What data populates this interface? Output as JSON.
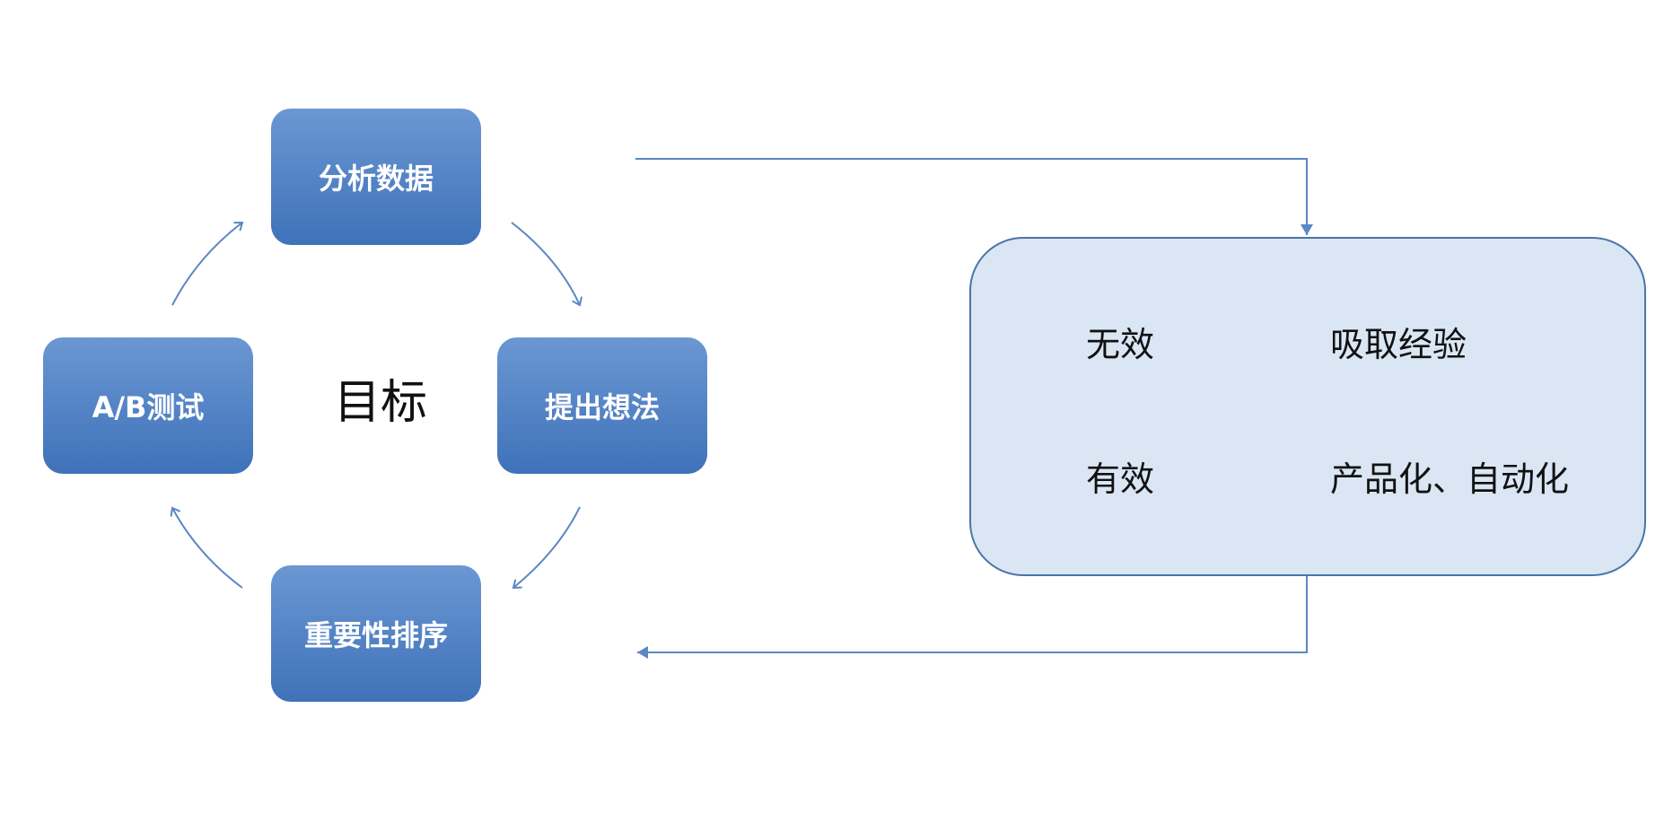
{
  "colors": {
    "node_top": "#6b97d3",
    "node_bottom": "#3f72b9",
    "arrow": "#5b87c3",
    "panel_fill": "#dae6f3",
    "panel_border": "#4a74aa"
  },
  "cycle": {
    "center": "目标",
    "nodes": {
      "analyze": "分析数据",
      "idea": "提出想法",
      "priority": "重要性排序",
      "abtest": "A/B测试"
    }
  },
  "outcomes": {
    "invalid": {
      "label": "无效",
      "result": "吸取经验"
    },
    "valid": {
      "label": "有效",
      "result": "产品化、自动化"
    }
  }
}
